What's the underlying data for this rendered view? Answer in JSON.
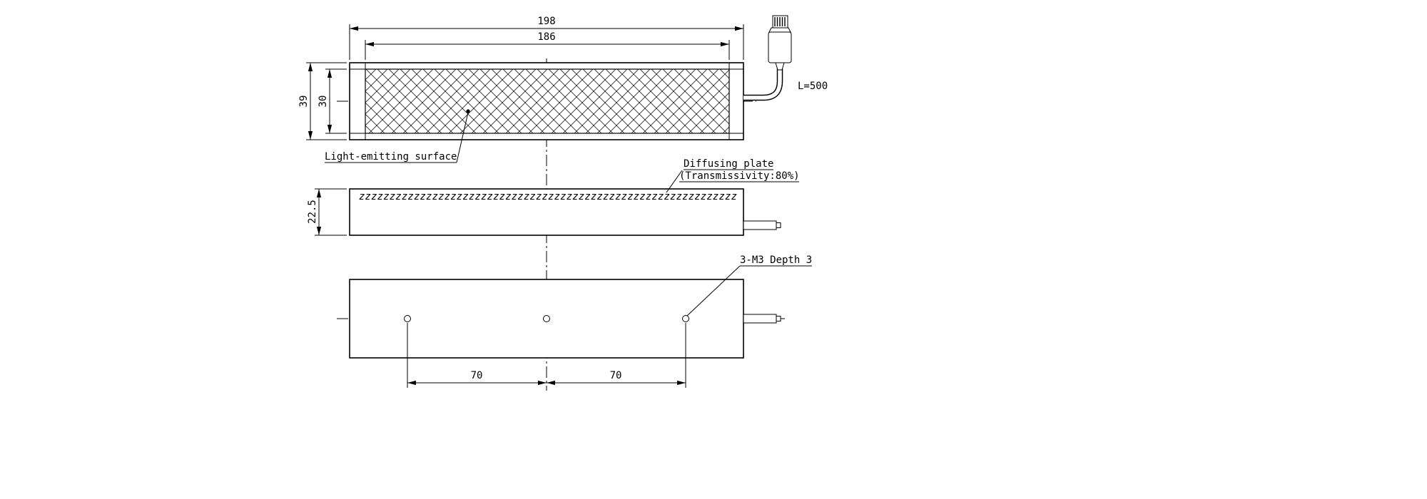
{
  "meta": {
    "background_color": "#ffffff",
    "line_color": "#000000",
    "drawing_type": "bar-light-dimensional-drawing"
  },
  "top_view": {
    "dim_outer_width": "198",
    "dim_inner_width": "186",
    "dim_outer_height": "39",
    "dim_inner_height": "30",
    "label_light_emitting_surface": "Light-emitting surface",
    "label_cable_length": "L=500"
  },
  "side_view": {
    "dim_height": "22.5",
    "label_diffusing_plate": "Diffusing plate",
    "label_transmissivity": "(Transmissivity:80%)",
    "hatch": {
      "glyph": "z",
      "count": 62
    }
  },
  "bottom_view": {
    "label_mounting_holes": "3-M3 Depth 3",
    "dim_hole_spacing_left": "70",
    "dim_hole_spacing_right": "70"
  }
}
